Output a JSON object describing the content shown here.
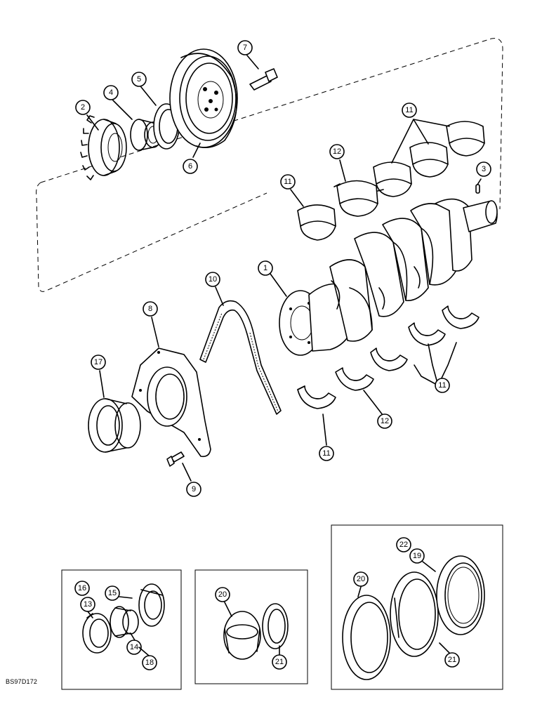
{
  "diagram": {
    "reference_code": "BS97D172",
    "callouts": [
      {
        "id": "callout-1",
        "label": "1"
      },
      {
        "id": "callout-2",
        "label": "2"
      },
      {
        "id": "callout-3",
        "label": "3"
      },
      {
        "id": "callout-4",
        "label": "4"
      },
      {
        "id": "callout-5",
        "label": "5"
      },
      {
        "id": "callout-6",
        "label": "6"
      },
      {
        "id": "callout-7",
        "label": "7"
      },
      {
        "id": "callout-8",
        "label": "8"
      },
      {
        "id": "callout-9",
        "label": "9"
      },
      {
        "id": "callout-10",
        "label": "10"
      },
      {
        "id": "callout-11a",
        "label": "11"
      },
      {
        "id": "callout-11b",
        "label": "11"
      },
      {
        "id": "callout-11c",
        "label": "11"
      },
      {
        "id": "callout-11d",
        "label": "11"
      },
      {
        "id": "callout-12a",
        "label": "12"
      },
      {
        "id": "callout-12b",
        "label": "12"
      },
      {
        "id": "callout-17",
        "label": "17"
      },
      {
        "id": "callout-16",
        "label": "16"
      },
      {
        "id": "callout-13",
        "label": "13"
      },
      {
        "id": "callout-15",
        "label": "15"
      },
      {
        "id": "callout-14",
        "label": "14"
      },
      {
        "id": "callout-18",
        "label": "18"
      },
      {
        "id": "callout-20a",
        "label": "20"
      },
      {
        "id": "callout-21a",
        "label": "21"
      },
      {
        "id": "callout-20b",
        "label": "20"
      },
      {
        "id": "callout-22",
        "label": "22"
      },
      {
        "id": "callout-19",
        "label": "19"
      },
      {
        "id": "callout-21b",
        "label": "21"
      }
    ]
  }
}
